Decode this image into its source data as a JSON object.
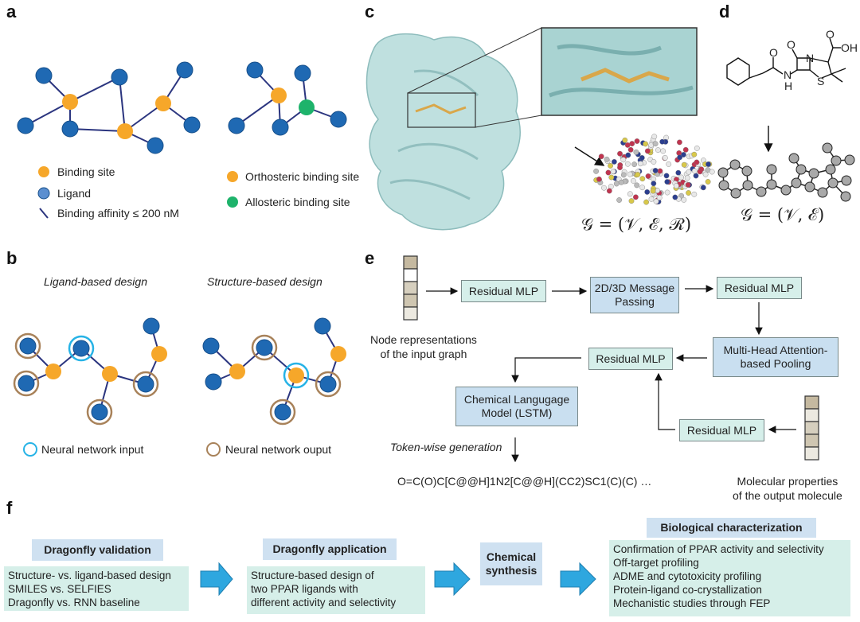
{
  "panels": {
    "a": "a",
    "b": "b",
    "c": "c",
    "d": "d",
    "e": "e",
    "f": "f"
  },
  "colors": {
    "ligand": "#1f69b3",
    "binding_site": "#f6a72a",
    "allosteric": "#1eb36b",
    "edge": "#2b357f",
    "nn_input": "#27b3e6",
    "nn_output": "#a8825a",
    "arrow": "#2ea7df"
  },
  "panel_a": {
    "legend_left": [
      "Binding site",
      "Ligand",
      "Binding affinity ≤ 200 nM"
    ],
    "legend_right": [
      "Orthosteric binding site",
      "Allosteric binding site"
    ]
  },
  "panel_b": {
    "ligand_title": "Ligand-based design",
    "structure_title": "Structure-based design",
    "legend": [
      "Neural network input",
      "Neural network ouput"
    ]
  },
  "panel_c": {
    "formula": "𝒢 = (𝒱, ℰ, ℛ)"
  },
  "panel_d": {
    "formula": "𝒢 = (𝒱, ℰ)",
    "atoms": {
      "O1": "O",
      "O2": "O",
      "OH": "OH",
      "N": "N",
      "NH": "N",
      "H": "H",
      "S": "S"
    }
  },
  "panel_e": {
    "residual_mlp_1": "Residual MLP",
    "message_passing": "2D/3D Message Passing",
    "residual_mlp_2": "Residual MLP",
    "pooling": "Multi-Head Attention-based Pooling",
    "residual_mlp_3": "Residual MLP",
    "clm": "Chemical Langugage Model (LSTM)",
    "residual_mlp_4": "Residual MLP",
    "input_caption": [
      "Node representations",
      "of the input graph"
    ],
    "output_caption": [
      "Molecular properties",
      "of the output molecule"
    ],
    "token_label": "Token-wise generation",
    "smiles": "O=C(O)C[C@@H]1N2[C@@H](CC2)SC1(C)(C) …"
  },
  "panel_f": {
    "validation": {
      "title": "Dragonfly validation",
      "items": [
        "Structure- vs. ligand-based design",
        "SMILES vs. SELFIES",
        "Dragonfly vs. RNN baseline"
      ]
    },
    "application": {
      "title": "Dragonfly application",
      "items": [
        "Structure-based design of",
        "two PPAR ligands with",
        "different activity and selectivity"
      ]
    },
    "synthesis": {
      "title": "Chemical synthesis"
    },
    "characterization": {
      "title": "Biological characterization",
      "items": [
        "Confirmation of PPAR activity and selectivity",
        "Off-target profiling",
        "ADME and cytotoxicity profiling",
        "Protein-ligand co-crystallization",
        "Mechanistic studies through FEP"
      ]
    }
  }
}
